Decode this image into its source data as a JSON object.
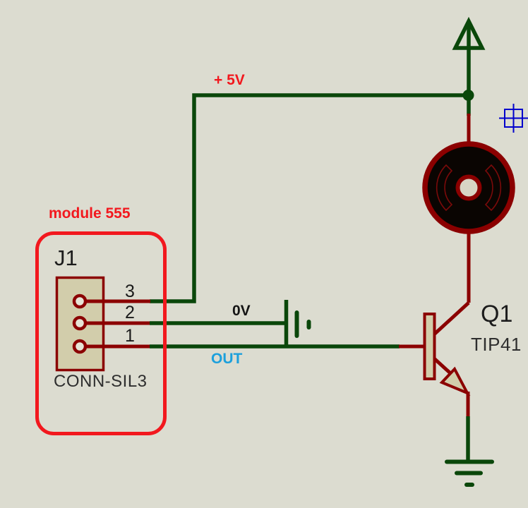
{
  "colors": {
    "background": "#DCDCD0",
    "wire": "#0A470A",
    "component": "#8B0000",
    "component_fill": "#D2CDAB",
    "pin_hole": "#E6E4D6",
    "annotation_red": "#F2181E",
    "net_blue": "#1CA0DC",
    "text_dark": "#1C1C1C",
    "motor_fill": "#0A0502",
    "motor_hub_fill": "#D8D5C4",
    "motor_brush": "#7A0A0A",
    "marker_blue": "#0000CC"
  },
  "annotations": {
    "power_label": "+ 5V",
    "module_label": "module 555",
    "net_0v": "0V",
    "net_out": "OUT"
  },
  "components": {
    "connector": {
      "ref": "J1",
      "value": "CONN-SIL3",
      "pins": [
        "3",
        "2",
        "1"
      ]
    },
    "transistor": {
      "ref": "Q1",
      "value": "TIP41"
    }
  }
}
